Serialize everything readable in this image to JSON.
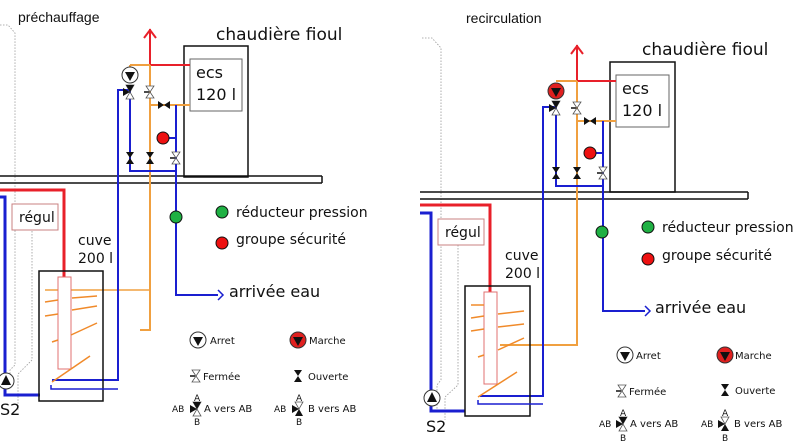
{
  "colors": {
    "hot": "#e8202a",
    "cold": "#1a1fd0",
    "ecs": "#f0a040",
    "coil": "#f08a2a",
    "green": "#1fb043",
    "red_dot": "#ee1111",
    "outline": "#111111",
    "regul_border": "#c98080",
    "heater_border": "#e07070",
    "dotted": "#999999"
  },
  "panels": [
    {
      "title": "préchauffage",
      "pump_state": "arret",
      "boiler_label": "chaudière fioul",
      "ecs_line1": "ecs",
      "ecs_line2": "120 l",
      "regul_label": "régul",
      "tank_line1": "cuve",
      "tank_line2": "200 l",
      "sensor_label": "S2",
      "water_inlet_label": "arrivée eau"
    },
    {
      "title": "recirculation",
      "pump_state": "marche",
      "boiler_label": "chaudière fioul",
      "ecs_line1": "ecs",
      "ecs_line2": "120 l",
      "regul_label": "régul",
      "tank_line1": "cuve",
      "tank_line2": "200 l",
      "sensor_label": "S2",
      "water_inlet_label": "arrivée eau"
    }
  ],
  "legend": {
    "reducer": "réducteur pression",
    "safety_group": "groupe sécurité",
    "pump_off": "Arret",
    "pump_on": "Marche",
    "valve_closed": "Fermée",
    "valve_open": "Ouverte",
    "valve_a_to_ab": "A vers AB",
    "valve_b_to_ab": "B vers AB",
    "port_a": "A",
    "port_b": "B",
    "port_ab": "AB"
  }
}
